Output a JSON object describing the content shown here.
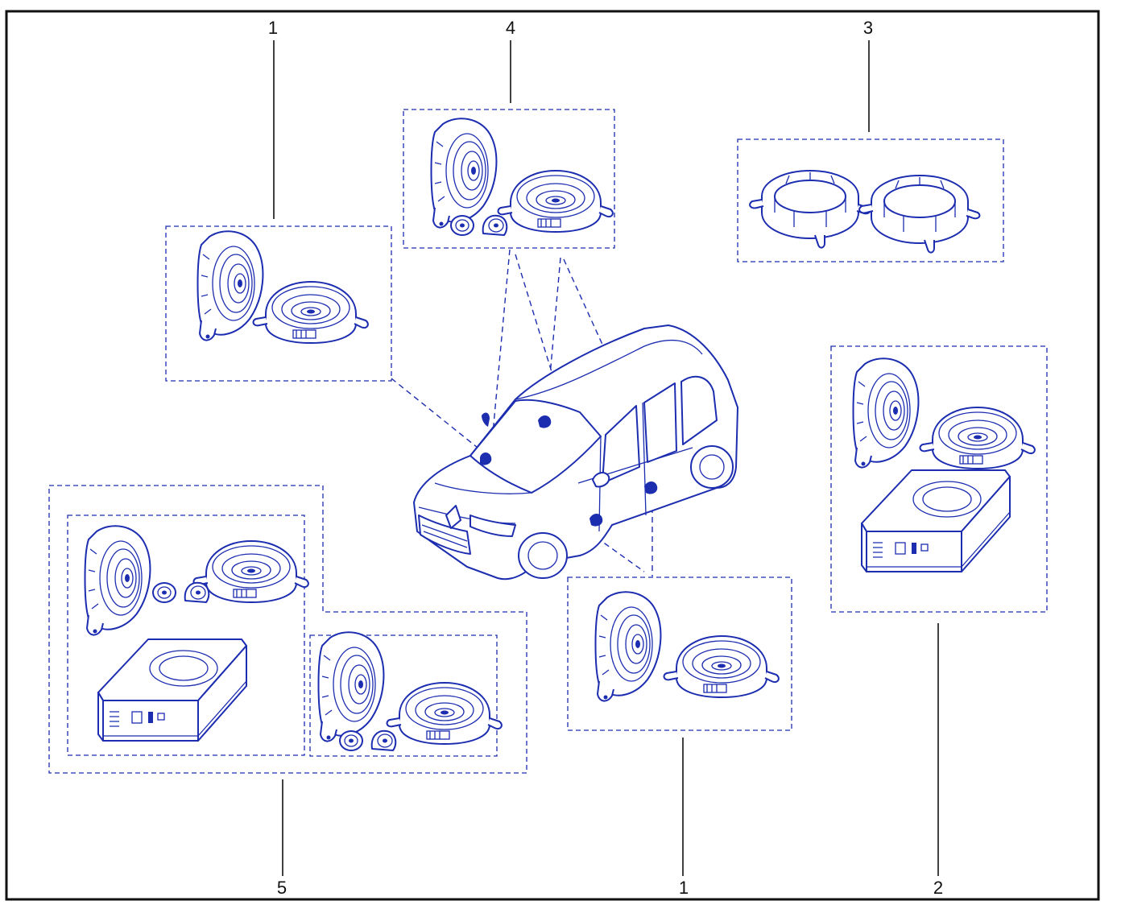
{
  "callouts": {
    "c1_top": "1",
    "c4_top": "4",
    "c3_top": "3",
    "c5_bottom": "5",
    "c1_bottom": "1",
    "c2_bottom": "2"
  },
  "colors": {
    "ink": "#1c2db0",
    "leader": "#111111",
    "frame": "#111111",
    "background": "#ffffff"
  },
  "icons": [
    "car-icon",
    "door-speaker-icon",
    "woofer-icon",
    "tweeter-icon",
    "subwoofer-box-icon",
    "speaker-adapter-ring-icon"
  ]
}
